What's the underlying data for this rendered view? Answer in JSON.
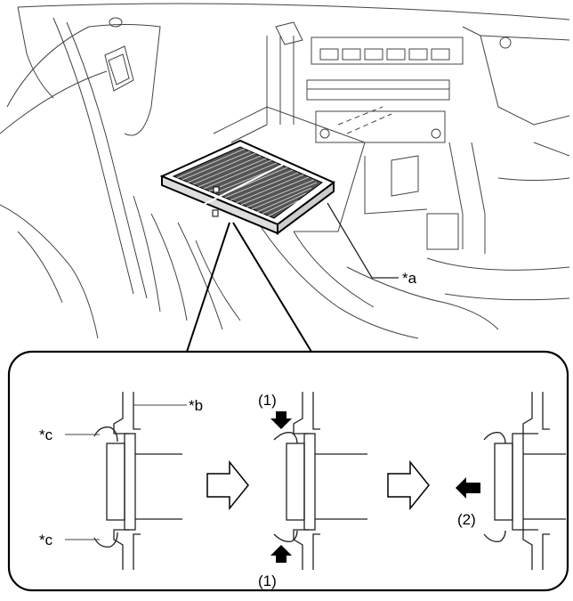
{
  "diagram": {
    "callouts": {
      "filter": "*a",
      "housing": "*b",
      "claw_top": "*c",
      "claw_bottom": "*c"
    },
    "steps": {
      "step1_top": "(1)",
      "step1_bottom": "(1)",
      "step2": "(2)"
    }
  }
}
